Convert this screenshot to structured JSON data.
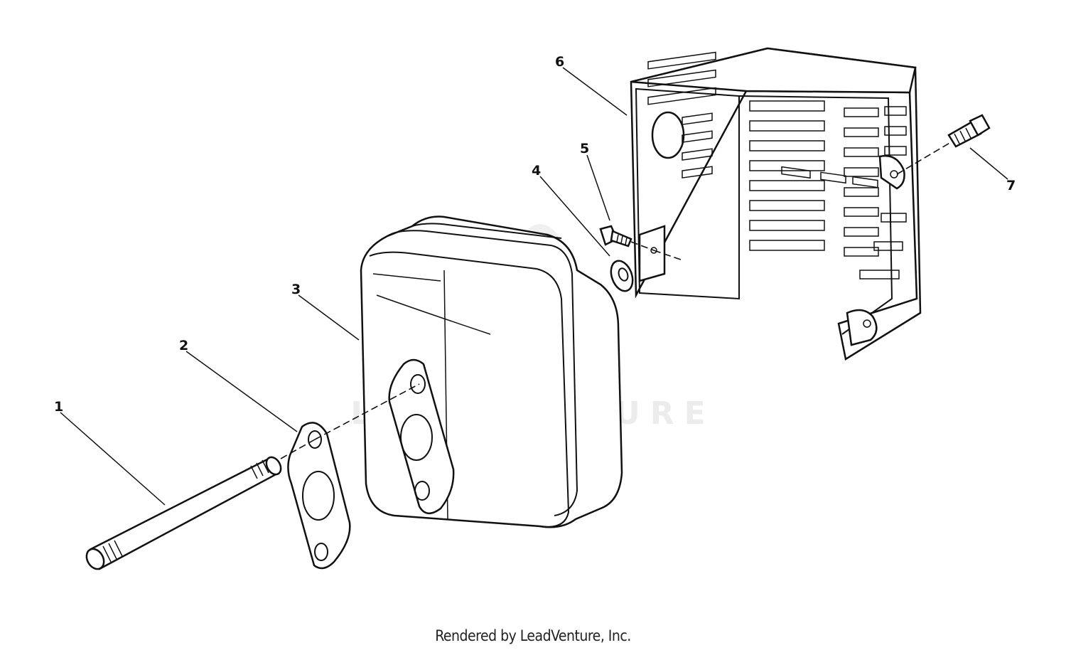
{
  "callouts": [
    {
      "label": "1"
    },
    {
      "label": "2"
    },
    {
      "label": "3"
    },
    {
      "label": "4"
    },
    {
      "label": "5"
    },
    {
      "label": "6"
    },
    {
      "label": "7"
    }
  ],
  "watermark": {
    "text": "LEADVENTURE"
  },
  "credit": {
    "text": "Rendered by LeadVenture, Inc."
  }
}
